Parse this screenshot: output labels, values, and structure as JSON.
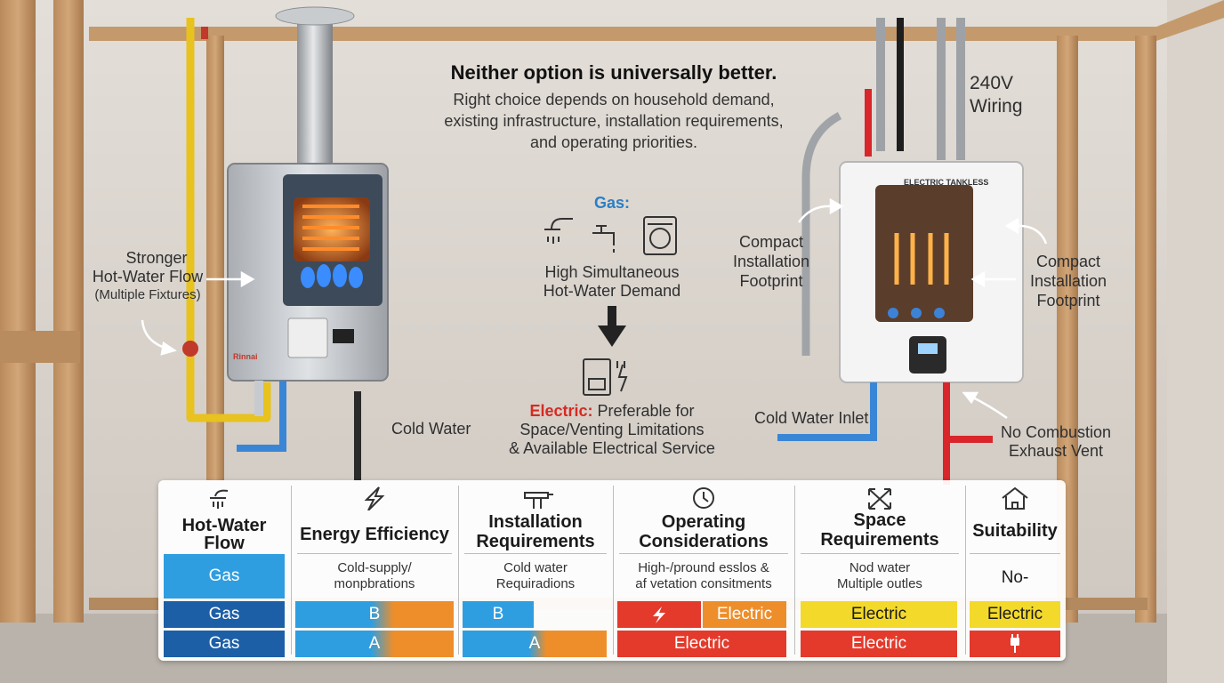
{
  "header": {
    "title": "Neither option is universally better.",
    "lines": [
      "Right choice depends on household demand,",
      "existing infrastructure, installation requirements,",
      "and operating priorities."
    ]
  },
  "left_heater": {
    "brand": "Rinnai",
    "flow_label": [
      "Stronger",
      "Hot-Water Flow"
    ],
    "flow_note": "(Multiple Fixtures)",
    "cold_water": "Cold Water"
  },
  "center": {
    "gas_label": "Gas:",
    "gas_text": [
      "High Simultaneous",
      "Hot-Water Demand"
    ],
    "electric_label": "Electric:",
    "electric_text_1": " Preferable for",
    "electric_text_2": "Space/Venting Limitations",
    "electric_text_3": "& Available Electrical Service",
    "icons": [
      "shower-icon",
      "faucet-icon",
      "washing-machine-icon",
      "down-arrow-icon",
      "electric-outlet-icon"
    ]
  },
  "right_heater": {
    "plate": "ELECTRIC TANKLESS",
    "wiring": [
      "240V",
      "Wiring"
    ],
    "footprint_left": [
      "Compact",
      "Installation",
      "Footprint"
    ],
    "footprint_right": [
      "Compact",
      "Installation",
      "Footprint"
    ],
    "cold_inlet": "Cold Water Inlet",
    "no_vent": [
      "No Combustion",
      "Exhaust Vent"
    ]
  },
  "colors": {
    "gas_light": "#2f9ee0",
    "gas_dark": "#1d5fa6",
    "orange": "#ee8e2a",
    "red": "#e33a2c",
    "yellow": "#f3d92a"
  },
  "table": {
    "columns": [
      {
        "icon": "shower-icon",
        "header": [
          "Hot-Water",
          "Flow"
        ],
        "note": [],
        "row1": "Gas",
        "row2": "Gas",
        "row3": "Gas"
      },
      {
        "icon": "lightning-icon",
        "header": [
          "Energy Efficiency"
        ],
        "note": [
          "Cold-supply/",
          "monpbrations"
        ],
        "row2": "B",
        "row3": "A"
      },
      {
        "icon": "pipe-fitting-icon",
        "header": [
          "Installation",
          "Requirements"
        ],
        "note": [
          "Cold water",
          "Requiradions"
        ],
        "row2": "B",
        "row3": "A"
      },
      {
        "icon": "clock-icon",
        "header": [
          "Operating",
          "Considerations"
        ],
        "note": [
          "High-/pround esslos &",
          "af vetation consitments"
        ],
        "row2": "Electric",
        "row3": "Electric"
      },
      {
        "icon": "expand-arrows-icon",
        "header": [
          "Space",
          "Requirements"
        ],
        "note": [
          "Nod water",
          "Multiple outles"
        ],
        "row2": "Electric",
        "row3": "Electric"
      },
      {
        "icon": "house-icon",
        "header": [
          "Suitability"
        ],
        "note": [
          "No-"
        ],
        "row2": "Electric"
      }
    ]
  }
}
